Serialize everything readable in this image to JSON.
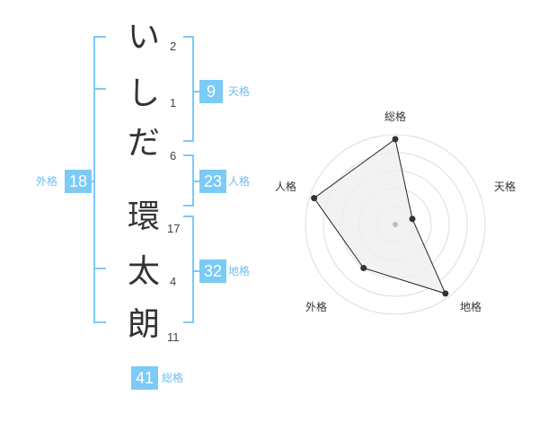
{
  "name_chars": [
    {
      "char": "い",
      "strokes": "2"
    },
    {
      "char": "し",
      "strokes": "1"
    },
    {
      "char": "だ",
      "strokes": "6"
    },
    {
      "char": "環",
      "strokes": "17"
    },
    {
      "char": "太",
      "strokes": "4"
    },
    {
      "char": "朗",
      "strokes": "11"
    }
  ],
  "fortune": {
    "ten": {
      "value": "9",
      "label": "天格"
    },
    "jin": {
      "value": "23",
      "label": "人格"
    },
    "chi": {
      "value": "32",
      "label": "地格"
    },
    "gai": {
      "value": "18",
      "label": "外格"
    },
    "sou": {
      "value": "41",
      "label": "総格"
    }
  },
  "colors": {
    "accent": "#7ccaf6",
    "radar_fill": "#efefef",
    "radar_line": "#222222"
  },
  "chart_data": {
    "type": "radar",
    "axes": [
      "総格",
      "天格",
      "地格",
      "外格",
      "人格"
    ],
    "values": [
      0.95,
      0.2,
      0.95,
      0.6,
      0.95
    ],
    "scale_max": 1
  }
}
